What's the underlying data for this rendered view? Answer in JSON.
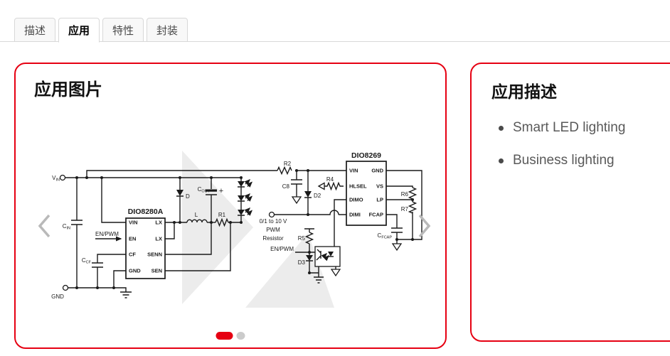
{
  "tabs": [
    {
      "label": "描述",
      "active": false
    },
    {
      "label": "应用",
      "active": true
    },
    {
      "label": "特性",
      "active": false
    },
    {
      "label": "封装",
      "active": false
    }
  ],
  "left_panel": {
    "title": "应用图片"
  },
  "right_panel": {
    "title": "应用描述",
    "bullets": [
      "Smart LED lighting",
      "Business lighting"
    ]
  },
  "carousel": {
    "active_slide": 1,
    "slide_count": 2
  },
  "colors": {
    "accent": "#e60012",
    "inactive_dot": "#cbcbcb",
    "chevron": "#b9b9b9"
  },
  "diagram": {
    "chip1": {
      "name": "DIO8280A",
      "pins_left": [
        "VIN",
        "EN",
        "CF",
        "GND"
      ],
      "pins_right": [
        "LX",
        "LX",
        "SENN",
        "SEN"
      ]
    },
    "chip2": {
      "name": "DIO8269",
      "pins_left": [
        "VIN",
        "HLSEL",
        "DIMO",
        "DIMI"
      ],
      "pins_right": [
        "GND",
        "VS",
        "LP",
        "FCAP"
      ]
    },
    "terminals": {
      "vin": {
        "main": "V",
        "sub": "IN"
      },
      "gnd": "GND",
      "pwm_line1": "0/1 to 10 V",
      "pwm_line2": "PWM",
      "pwm_line3": "Resistor",
      "en_pwm_left": "EN/PWM",
      "en_pwm_right": "EN/PWM"
    },
    "components": {
      "cin": {
        "main": "C",
        "sub": "IN"
      },
      "ccf": {
        "main": "C",
        "sub": "CF"
      },
      "cout": {
        "main": "C",
        "sub": "OUT"
      },
      "cout_plus": "+",
      "d": "D",
      "l": "L",
      "r1": "R1",
      "r2": "R2",
      "c8": "C8",
      "d2": "D2",
      "r4": "R4",
      "r5": "R5",
      "d3": "D3",
      "r6": "R6",
      "r7": "R7",
      "cfcap": {
        "main": "C",
        "sub": "FCAP"
      }
    }
  }
}
